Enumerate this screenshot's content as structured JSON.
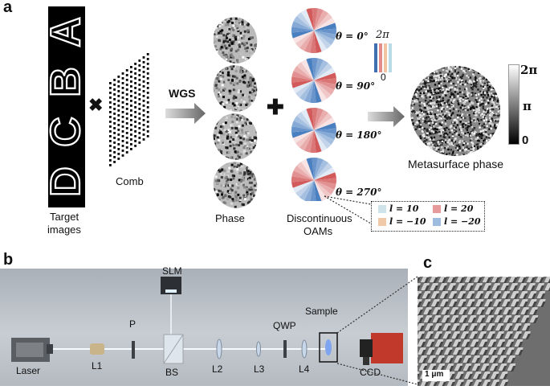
{
  "panel_a": {
    "letter": "a",
    "target_letters": [
      "A",
      "B",
      "C",
      "D"
    ],
    "target_label_line1": "Target",
    "target_label_line2": "images",
    "comb_label": "Comb",
    "wgs_label": "WGS",
    "phase_label": "Phase",
    "oam_label_line1": "Discontinuous",
    "oam_label_line2": "OAMs",
    "thetas": [
      "θ = 0°",
      "θ = 90°",
      "θ = 180°",
      "θ = 270°"
    ],
    "colorbar_small_top": "2π",
    "colorbar_small_bottom": "0",
    "legend": [
      {
        "label": "l = 10",
        "color": "#cfe4ea"
      },
      {
        "label": "l = 20",
        "color": "#e79a9a"
      },
      {
        "label": "l = −10",
        "color": "#f0c9a8"
      },
      {
        "label": "l = −20",
        "color": "#9dbce0"
      }
    ],
    "metasurface_label": "Metasurface phase",
    "colorbar_top": "2π",
    "colorbar_mid": "π",
    "colorbar_bottom": "0"
  },
  "panel_b": {
    "letter": "b",
    "components": {
      "slm": "SLM",
      "p": "P",
      "qwp": "QWP",
      "sample": "Sample",
      "laser": "Laser",
      "l1": "L1",
      "bs": "BS",
      "l2": "L2",
      "l3": "L3",
      "l4": "L4",
      "ccd": "CCD"
    }
  },
  "panel_c": {
    "letter": "c",
    "scale_bar": "1 μm"
  },
  "colors": {
    "oam_blue": "#4a7fc0",
    "oam_red": "#d25a5a",
    "legend_border": "#222222"
  }
}
